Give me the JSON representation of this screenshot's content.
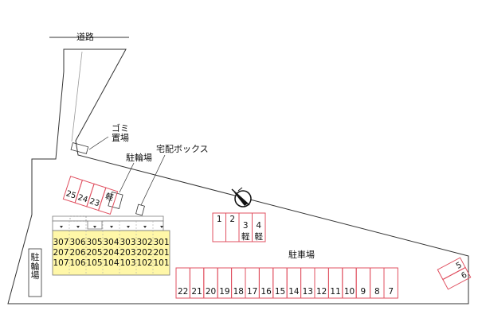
{
  "labels": {
    "road": "道路",
    "garbage_line1": "ゴミ",
    "garbage_line2": "置場",
    "bicycle_parking": "駐輪場",
    "delivery_box": "宅配ボックス",
    "parking_lot": "駐車場",
    "bicycle_parking_vertical": "駐輪場"
  },
  "parking": {
    "bottom_row": [
      "22",
      "21",
      "20",
      "19",
      "18",
      "17",
      "16",
      "15",
      "14",
      "13",
      "12",
      "11",
      "10",
      "9",
      "8",
      "7"
    ],
    "mid_spaces": [
      "1",
      "2",
      "3",
      "4"
    ],
    "mid_subs": [
      "",
      "",
      "軽",
      "軽"
    ],
    "right_spaces": [
      "5",
      "6"
    ],
    "left_spaces": [
      "25",
      "24",
      "23",
      ""
    ],
    "left_subs": [
      "",
      "",
      "",
      "軽"
    ]
  },
  "building": {
    "floor3": [
      "307",
      "306",
      "305",
      "304",
      "303",
      "302",
      "301"
    ],
    "floor2": [
      "207",
      "206",
      "205",
      "204",
      "203",
      "202",
      "201"
    ],
    "floor1": [
      "107",
      "106",
      "105",
      "104",
      "103",
      "102",
      "101"
    ]
  },
  "colors": {
    "outline": "#333333",
    "parking_space": "#e05060",
    "building_fill": "#fff7a8",
    "building_stroke": "#777777"
  },
  "icons": {
    "compass": "north-arrow-icon"
  }
}
